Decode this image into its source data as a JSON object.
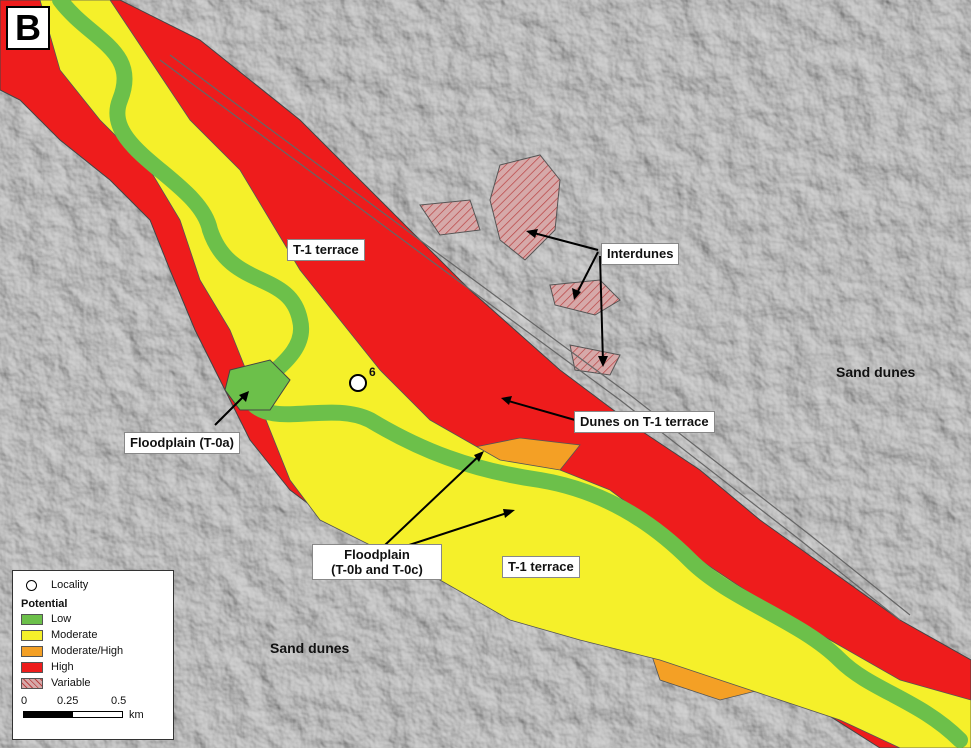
{
  "panel_letter": "B",
  "colors": {
    "low": "#6cc04a",
    "moderate": "#f5f02a",
    "moderate_high": "#f4a025",
    "high": "#ee1c1c",
    "variable": "#c98a8a",
    "terrain": "#bdbdbd"
  },
  "labels": {
    "t1_terrace_upper": "T-1 terrace",
    "t1_terrace_lower": "T-1 terrace",
    "interdunes": "Interdunes",
    "sand_dunes_right": "Sand dunes",
    "sand_dunes_left": "Sand dunes",
    "dunes_on_t1": "Dunes on T-1 terrace",
    "floodplain_t0a": "Floodplain (T-0a)",
    "floodplain_t0bc_line1": "Floodplain",
    "floodplain_t0bc_line2": "(T-0b and T-0c)",
    "locality_number": "6"
  },
  "legend": {
    "locality": "Locality",
    "heading": "Potential",
    "items": [
      {
        "label": "Low",
        "color": "#6cc04a"
      },
      {
        "label": "Moderate",
        "color": "#f5f02a"
      },
      {
        "label": "Moderate/High",
        "color": "#f4a025"
      },
      {
        "label": "High",
        "color": "#ee1c1c"
      },
      {
        "label": "Variable",
        "color": "hatch"
      }
    ],
    "scale": {
      "ticks": [
        "0",
        "0.25",
        "0.5"
      ],
      "unit": "km"
    }
  }
}
